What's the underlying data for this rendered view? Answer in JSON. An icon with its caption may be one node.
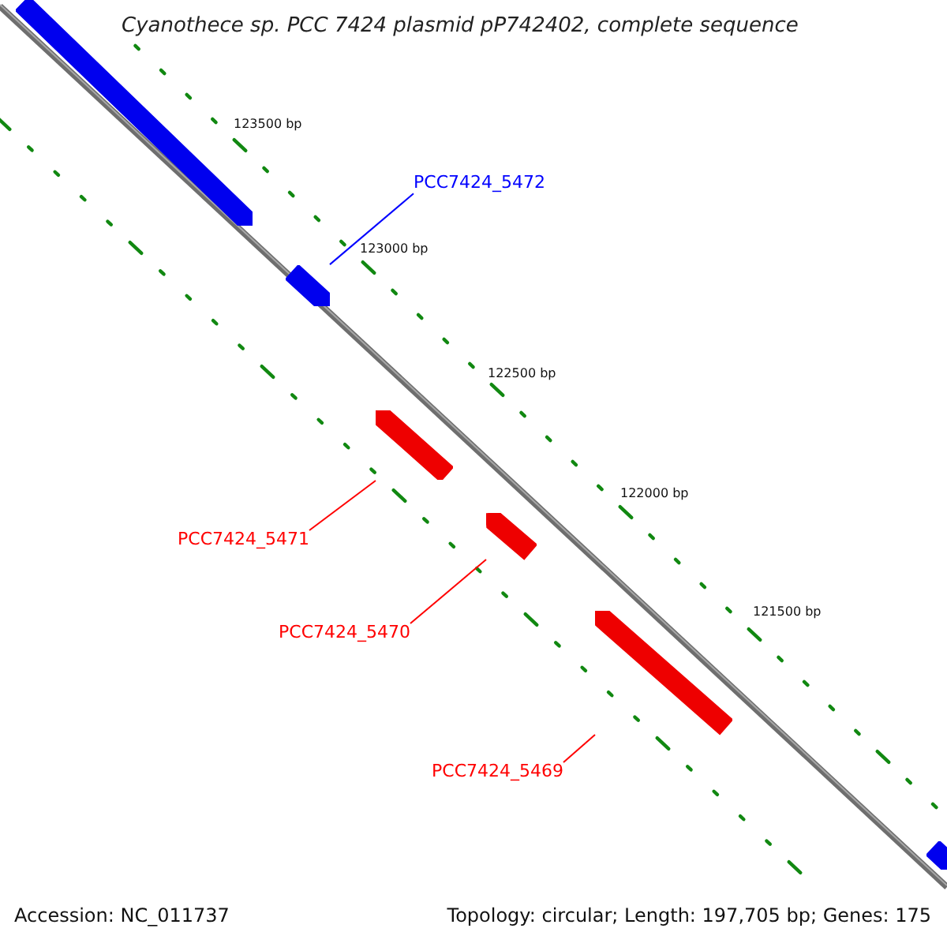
{
  "diagram": {
    "title": "Cyanothece sp. PCC 7424 plasmid pP742402, complete sequence",
    "nodes": [
      {
        "text": [],
        "shape": "bar"
      },
      {
        "text": [
          "PCC7424_5472"
        ]
      },
      {
        "text": [],
        "shape": "bar"
      },
      {
        "text": [],
        "shape": "bar"
      },
      {
        "text": [
          "PCC7424_5471"
        ]
      },
      {
        "text": [],
        "shape": "bar"
      },
      {
        "text": [
          "PCC7424_5470"
        ]
      },
      {
        "text": [],
        "shape": "bar"
      },
      {
        "text": [
          "PCC7424_5469"
        ]
      },
      {
        "text": [],
        "shape": "bar"
      }
    ],
    "edges": [
      {
        "from": 1,
        "to": 2,
        "arrow": "none",
        "color": "#0000ff"
      },
      {
        "from": 4,
        "to": 3,
        "arrow": "none"
      },
      {
        "from": 6,
        "to": 5,
        "arrow": "none"
      },
      {
        "from": 8,
        "to": 7,
        "arrow": "none"
      }
    ],
    "labels": [
      "123500 bp",
      "123000 bp",
      "122500 bp",
      "122000 bp",
      "121500 bp",
      "Accession: NC_011737",
      "Topology: circular; Length: 197,705 bp; Genes: 175"
    ]
  }
}
